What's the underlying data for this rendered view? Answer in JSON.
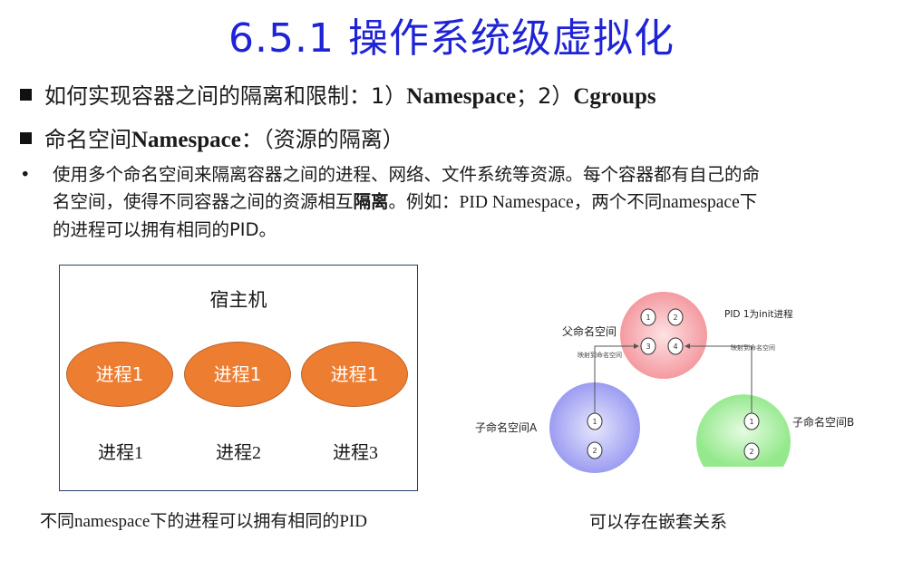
{
  "title": "6.5.1 操作系统级虚拟化",
  "bullet1": {
    "prefix": "如何实现容器之间的隔离和限制：1）",
    "ns": "Namespace",
    "mid": "；2）",
    "cg": "Cgroups"
  },
  "bullet2": {
    "prefix": "命名空间",
    "ns": "Namespace",
    "suffix": "：（资源的隔离）"
  },
  "para": {
    "bullet": "•",
    "line1": "使用多个命名空间来隔离容器之间的进程、网络、文件系统等资源。每个容器都有自己的命",
    "line2_a": "名空间，使得不同容器之间的资源相互",
    "line2_bold": "隔离",
    "line2_b": "。例如：",
    "line2_c": "PID Namespace，两个不同namespace下",
    "line3": "的进程可以拥有相同的PID。"
  },
  "left_diagram": {
    "host": "宿主机",
    "ellipses": [
      "进程1",
      "进程1",
      "进程1"
    ],
    "labels": [
      "进程1",
      "进程2",
      "进程3"
    ],
    "caption": "不同namespace下的进程可以拥有相同的PID"
  },
  "right_diagram": {
    "parent_label": "父命名空间",
    "pid1_label": "PID 1为init进程",
    "child_a_label": "子命名空间A",
    "child_b_label": "子命名空间B",
    "map_label": "映射到命名空间",
    "parent_pids": [
      "1",
      "2",
      "3",
      "4"
    ],
    "child_a_pids": [
      "1",
      "2"
    ],
    "child_b_pids": [
      "1",
      "2"
    ],
    "caption": "可以存在嵌套关系",
    "colors": {
      "parent": "#f7a9ad",
      "child_a": "#a9a9f5",
      "child_b": "#a6eea0"
    }
  }
}
